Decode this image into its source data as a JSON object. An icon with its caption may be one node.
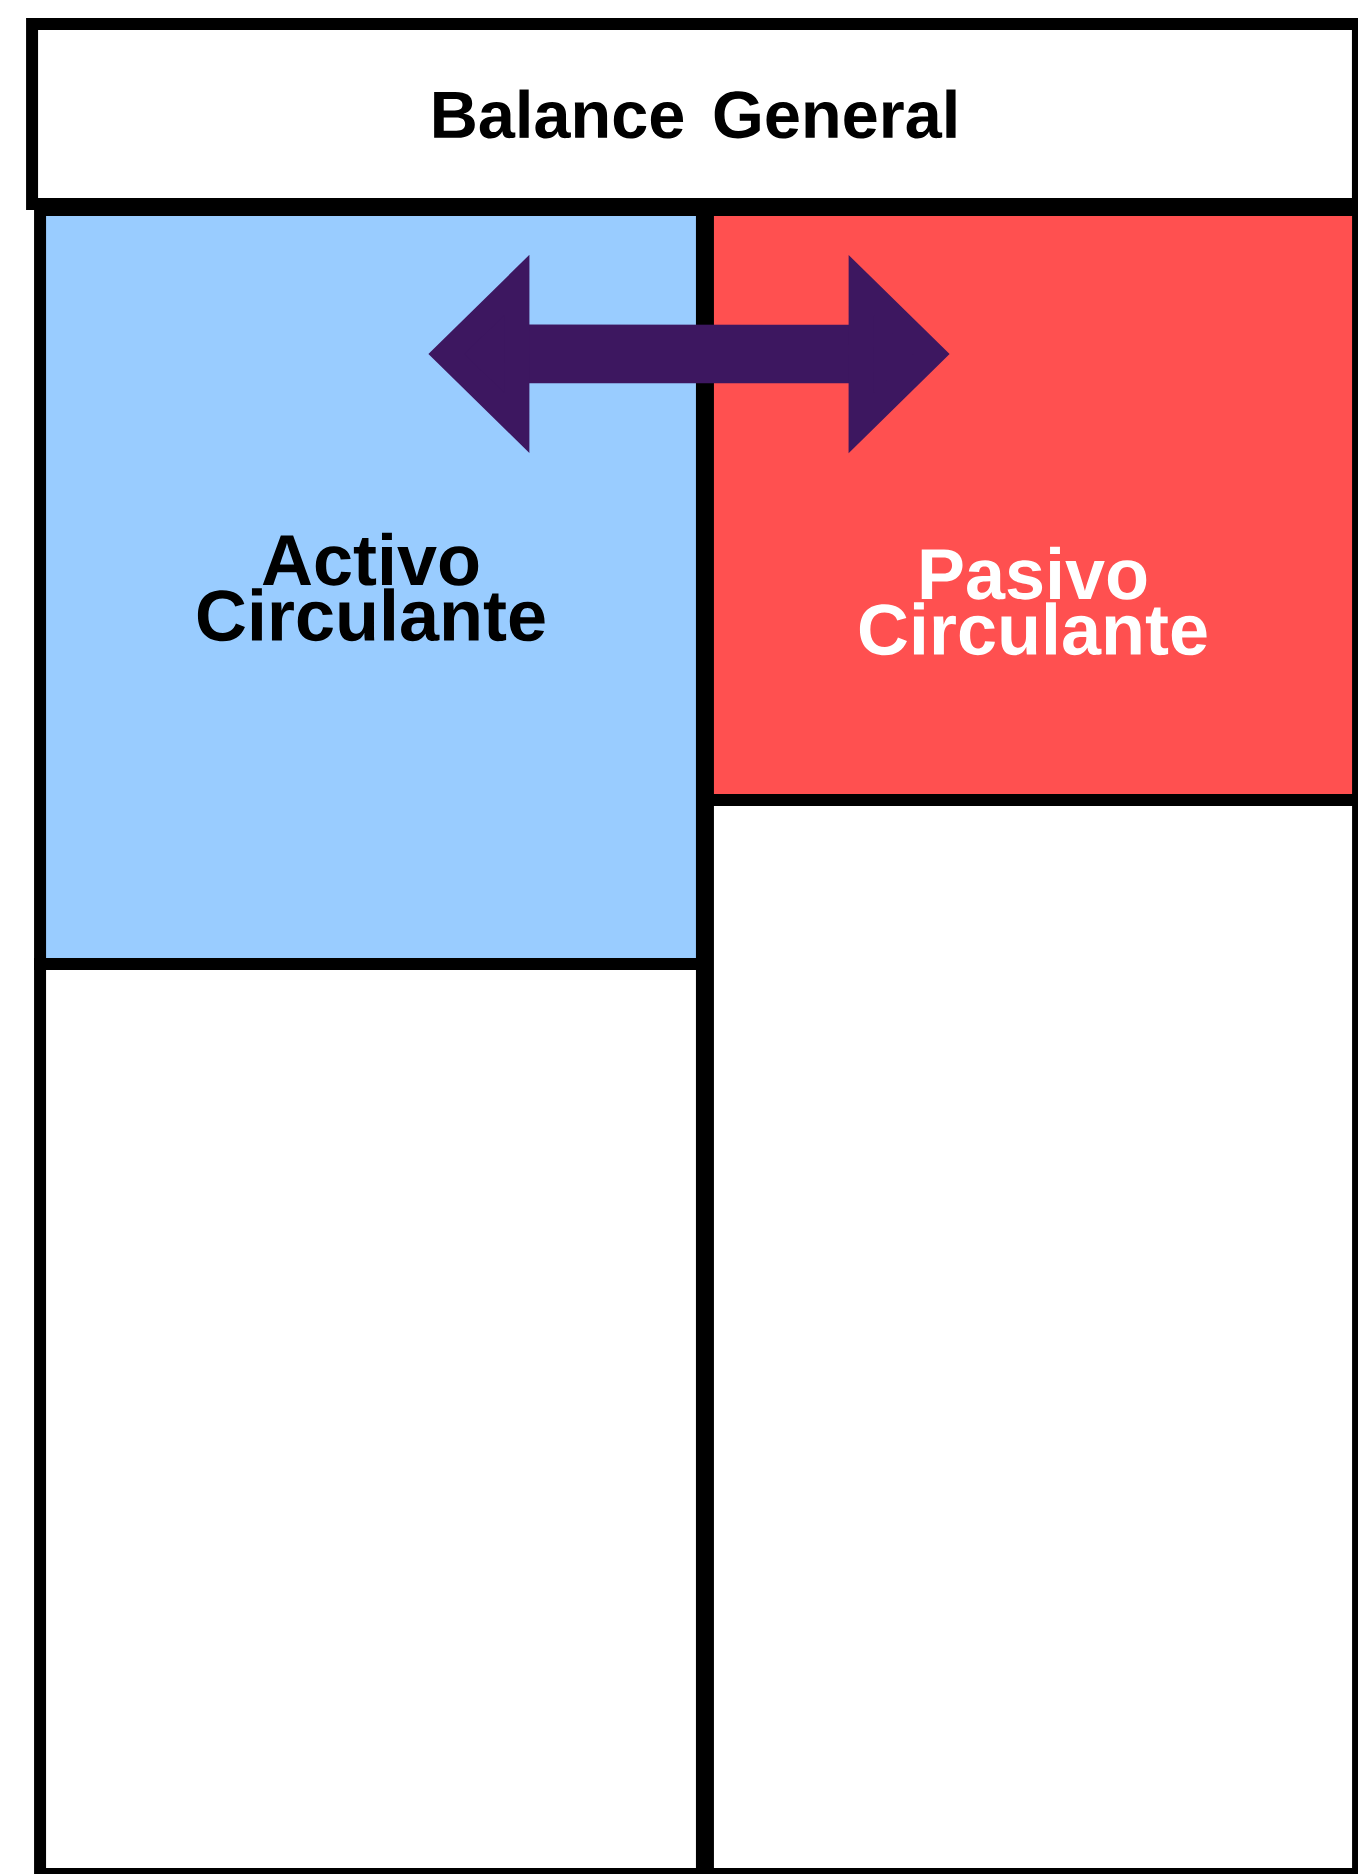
{
  "diagram": {
    "nodes": [
      {
        "text": [
          "Balance General"
        ]
      },
      {
        "text": [
          "Activo Circulante"
        ]
      },
      {
        "text": [
          "Pasivo Circulante"
        ]
      },
      {
        "text": [],
        "shape": "box"
      },
      {
        "text": [],
        "shape": "box"
      }
    ],
    "edges": [
      {
        "from": 1,
        "to": 2,
        "arrow": "both",
        "color": "#3d1760"
      }
    ]
  }
}
